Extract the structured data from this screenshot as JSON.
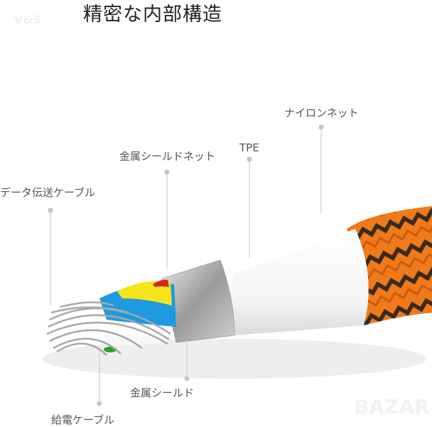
{
  "title": "精密な内部構造",
  "watermarks": {
    "top_left": "V&S",
    "bottom_right": "BAZAR"
  },
  "labels": {
    "nylon_net": "ナイロンネット",
    "tpe": "TPE",
    "metal_shield_net": "金属シールドネット",
    "data_cable": "データ伝送ケーブル",
    "metal_shield": "金属シールド",
    "power_cable": "給電ケーブル"
  },
  "colors": {
    "braid_orange": "#f07a1a",
    "braid_dark": "#3a2a1e",
    "wire_blue": "#1e9ae0",
    "wire_yellow": "#f5e51a",
    "wire_red": "#d8261c",
    "wire_green": "#2aa02a",
    "leader": "#bbbbbb"
  }
}
